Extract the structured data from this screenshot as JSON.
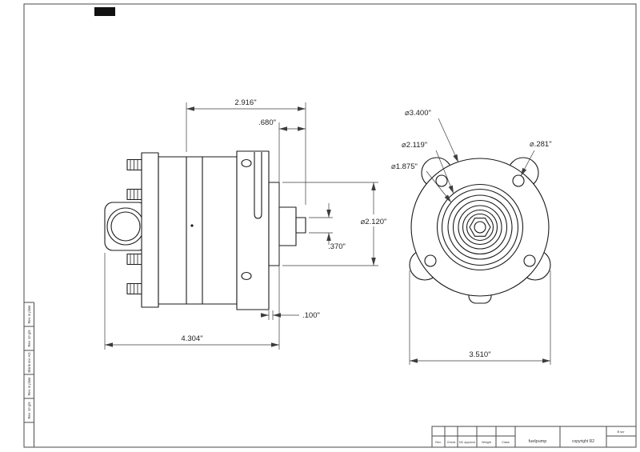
{
  "sheet": {
    "bg": "#ffffff",
    "line_color": "#1a1a1a",
    "dim_color": "#3d3d3d"
  },
  "views": {
    "side": {
      "label": "side-profile-view",
      "dims": {
        "top_width": "2.916\"",
        "snout_length": ".680\"",
        "pilot_diameter": "⌀2.120\"",
        "shaft_diameter": ".370\"",
        "step": ".100\"",
        "overall_length": "4.304\""
      }
    },
    "front": {
      "label": "front-end-view",
      "dims": {
        "body_diameter": "⌀3.400\"",
        "pilot_diameter": "⌀2.119\"",
        "hub_diameter": "⌀1.875\"",
        "hole_diameter": "⌀.281\"",
        "overall_width": "3.510\""
      }
    }
  },
  "title_block": {
    "fields": [
      "Rev.",
      "Check",
      "NC approve",
      "Weight",
      "Class"
    ],
    "part_name": "fuelpump",
    "doc_note": "copyright R2",
    "sheet_code": "B scr"
  },
  "margin_notes": [
    "Rev. in plate",
    "Rev. 10 g/5",
    "Blank rev. AG",
    "Rev. in plate",
    "Rev. 10 g/5"
  ]
}
